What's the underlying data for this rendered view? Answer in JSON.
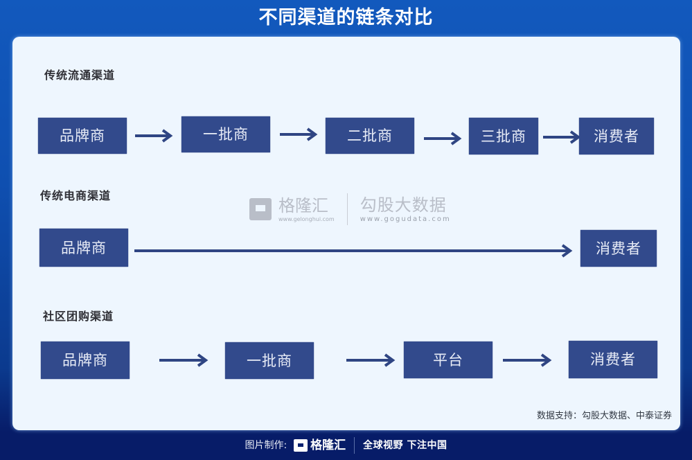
{
  "header": {
    "title": "不同渠道的链条对比"
  },
  "colors": {
    "box_fill": "#324a8c",
    "arrow": "#2f4583",
    "background": "#1259bd",
    "card": "#eef6fe"
  },
  "sections": [
    {
      "label": "传统流通渠道",
      "nodes": [
        "品牌商",
        "一批商",
        "二批商",
        "三批商",
        "消费者"
      ]
    },
    {
      "label": "传统电商渠道",
      "nodes": [
        "品牌商",
        "消费者"
      ]
    },
    {
      "label": "社区团购渠道",
      "nodes": [
        "品牌商",
        "一批商",
        "平台",
        "消费者"
      ]
    }
  ],
  "watermark": {
    "brand1": "格隆汇",
    "url1": "www.gelonghui.com",
    "brand2": "勾股大数据",
    "url2": "www.gogudata.com"
  },
  "source_note": "数据支持：勾股大数据、中泰证券",
  "footer": {
    "credit_label": "图片制作:",
    "logo_name": "格隆汇",
    "slogan": "全球视野 下注中国"
  }
}
